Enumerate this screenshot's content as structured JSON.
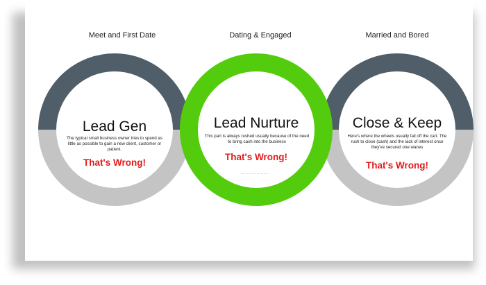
{
  "stages": [
    {
      "title": "Meet and First Date",
      "heading": "Lead Gen",
      "body": "The typical small business owner tries to spend as little as possible to gain a new client, customer or patient.",
      "verdict": "That's Wrong!"
    },
    {
      "title": "Dating & Engaged",
      "heading": "Lead Nurture",
      "body": "This part is always rushed usually because of the need to bring cash into the business",
      "verdict": "That's Wrong!"
    },
    {
      "title": "Married and Bored",
      "heading": "Close & Keep",
      "body": "Here's where the wheels usually fall off the cart.  The rush to close (cash) and the lack of interest once they've secured one wanes",
      "verdict": "That's Wrong!"
    }
  ],
  "colors": {
    "ring_dark": "#4f5e68",
    "ring_gray": "#c4c4c4",
    "ring_green": "#53cc0d",
    "verdict": "#e21a1a"
  }
}
